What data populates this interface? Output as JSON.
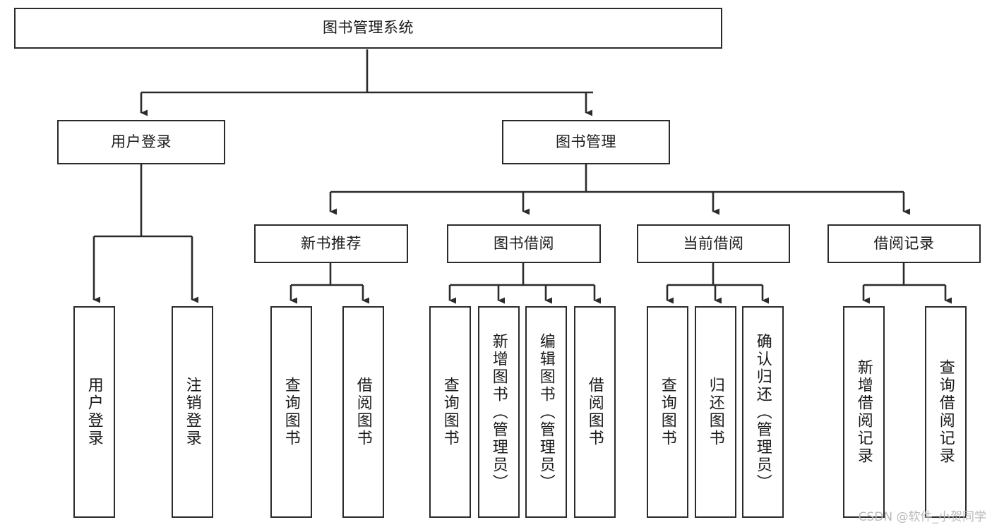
{
  "diagram": {
    "type": "tree-hierarchy",
    "title": "图书管理系统",
    "root": {
      "id": "root",
      "label": "图书管理系统",
      "orientation": "horizontal"
    },
    "level1": [
      {
        "id": "user-login",
        "label": "用户登录",
        "orientation": "horizontal"
      },
      {
        "id": "book-manage",
        "label": "图书管理",
        "orientation": "horizontal"
      }
    ],
    "level2": [
      {
        "id": "new-book-rec",
        "label": "新书推荐",
        "parent": "book-manage",
        "orientation": "horizontal"
      },
      {
        "id": "book-borrow",
        "label": "图书借阅",
        "parent": "book-manage",
        "orientation": "horizontal"
      },
      {
        "id": "current-borrow",
        "label": "当前借阅",
        "parent": "book-manage",
        "orientation": "horizontal"
      },
      {
        "id": "borrow-record",
        "label": "借阅记录",
        "parent": "book-manage",
        "orientation": "horizontal"
      }
    ],
    "leaves": [
      {
        "id": "leaf-user-login",
        "label": "用户登录",
        "parent": "user-login",
        "orientation": "vertical"
      },
      {
        "id": "leaf-logout",
        "label": "注销登录",
        "parent": "user-login",
        "orientation": "vertical"
      },
      {
        "id": "leaf-query-book-1",
        "label": "查询图书",
        "parent": "new-book-rec",
        "orientation": "vertical"
      },
      {
        "id": "leaf-borrow-book-1",
        "label": "借阅图书",
        "parent": "new-book-rec",
        "orientation": "vertical"
      },
      {
        "id": "leaf-query-book-2",
        "label": "查询图书",
        "parent": "book-borrow",
        "orientation": "vertical"
      },
      {
        "id": "leaf-add-book",
        "label": "新增图书（管理员）",
        "parent": "book-borrow",
        "orientation": "vertical"
      },
      {
        "id": "leaf-edit-book",
        "label": "编辑图书（管理员）",
        "parent": "book-borrow",
        "orientation": "vertical"
      },
      {
        "id": "leaf-borrow-book-2",
        "label": "借阅图书",
        "parent": "book-borrow",
        "orientation": "vertical"
      },
      {
        "id": "leaf-query-book-3",
        "label": "查询图书",
        "parent": "current-borrow",
        "orientation": "vertical"
      },
      {
        "id": "leaf-return-book",
        "label": "归还图书",
        "parent": "current-borrow",
        "orientation": "vertical"
      },
      {
        "id": "leaf-confirm-return",
        "label": "确认归还（管理员）",
        "parent": "current-borrow",
        "orientation": "vertical"
      },
      {
        "id": "leaf-add-record",
        "label": "新增借阅记录",
        "parent": "borrow-record",
        "orientation": "vertical"
      },
      {
        "id": "leaf-query-record",
        "label": "查询借阅记录",
        "parent": "borrow-record",
        "orientation": "vertical"
      }
    ]
  },
  "watermark": {
    "text": "CSDN @软件_小贺同学"
  },
  "colors": {
    "stroke": "#2b2b2b",
    "background": "#ffffff",
    "text": "#1a1a1a",
    "watermark": "#b9b9b9"
  }
}
